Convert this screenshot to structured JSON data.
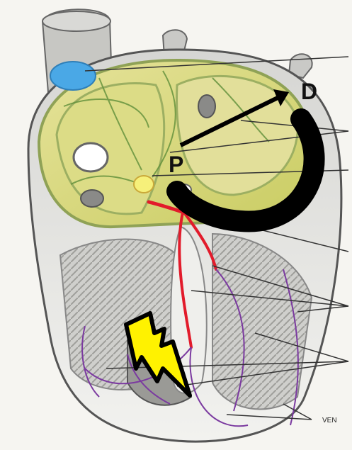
{
  "labels": {
    "p": "P",
    "d": "D",
    "ven": "VEN"
  },
  "colors": {
    "atrium_wall": "#bfc49a",
    "atrium_fill": "#d6d97a",
    "ventricle_wall": "#d9d9d6",
    "conduction_red": "#e21b2b",
    "purkinje_purple": "#7b3aa0",
    "sa_node_blue": "#4aa8e6",
    "av_node_yellow": "#f6f07a",
    "overlay_black": "#000000",
    "lightning_yellow": "#fff200"
  },
  "icons": {
    "arrow": "arrow-icon",
    "arc": "curved-arc-icon",
    "bolt": "lightning-bolt-icon"
  }
}
